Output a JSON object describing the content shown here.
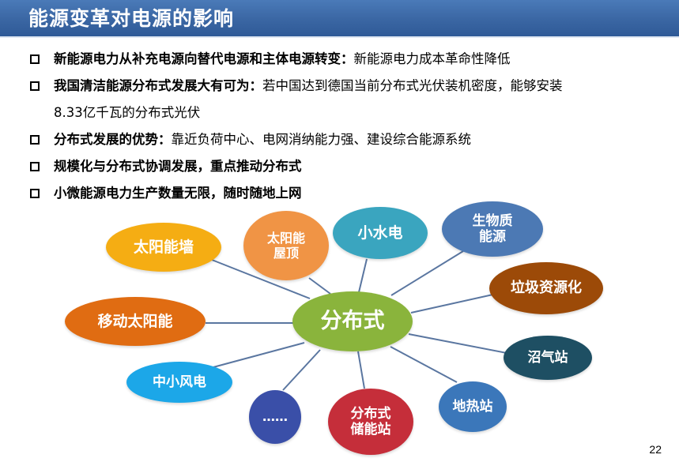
{
  "slide": {
    "title": "能源变革对电源的影响",
    "page_number": "22"
  },
  "bullets": [
    {
      "bold": "新能源电力从补充电源向替代电源和主体电源转变：",
      "text": "新能源电力成本革命性降低",
      "cont": ""
    },
    {
      "bold": "我国清洁能源分布式发展大有可为：",
      "text": "若中国达到德国当前分布式光伏装机密度，能够安装",
      "cont": "8.33亿千瓦的分布式光伏"
    },
    {
      "bold": "分布式发展的优势：",
      "text": "靠近负荷中心、电网消纳能力强、建设综合能源系统",
      "cont": ""
    },
    {
      "bold": "规模化与分布式协调发展，重点推动分布式",
      "text": "",
      "cont": ""
    },
    {
      "bold": "小微能源电力生产数量无限，随时随地上网",
      "text": "",
      "cont": ""
    }
  ],
  "diagram": {
    "center": {
      "label": "分布式",
      "color": "#8ab43c"
    },
    "nodes": [
      {
        "id": "solar-wall",
        "line1": "太阳能墙",
        "line2": "",
        "color": "#f5ad13"
      },
      {
        "id": "solar-roof",
        "line1": "太阳能",
        "line2": "屋顶",
        "color": "#f09445"
      },
      {
        "id": "small-hydro",
        "line1": "小水电",
        "line2": "",
        "color": "#3aa5bf"
      },
      {
        "id": "biomass",
        "line1": "生物质",
        "line2": "能源",
        "color": "#4c79b4"
      },
      {
        "id": "waste",
        "line1": "垃圾资源化",
        "line2": "",
        "color": "#9c4a08"
      },
      {
        "id": "mobile-solar",
        "line1": "移动太阳能",
        "line2": "",
        "color": "#e06c12"
      },
      {
        "id": "biogas",
        "line1": "沼气站",
        "line2": "",
        "color": "#1e4f63"
      },
      {
        "id": "small-wind",
        "line1": "中小风电",
        "line2": "",
        "color": "#1ca7e8"
      },
      {
        "id": "more",
        "line1": "……",
        "line2": "",
        "color": "#3a4fa8"
      },
      {
        "id": "storage",
        "line1": "分布式",
        "line2": "储能站",
        "color": "#c52e3a"
      },
      {
        "id": "geothermal",
        "line1": "地热站",
        "line2": "",
        "color": "#3b77ba"
      }
    ]
  },
  "colors": {
    "title_bar": "#3a66a3",
    "connector": "#5a76a0"
  }
}
